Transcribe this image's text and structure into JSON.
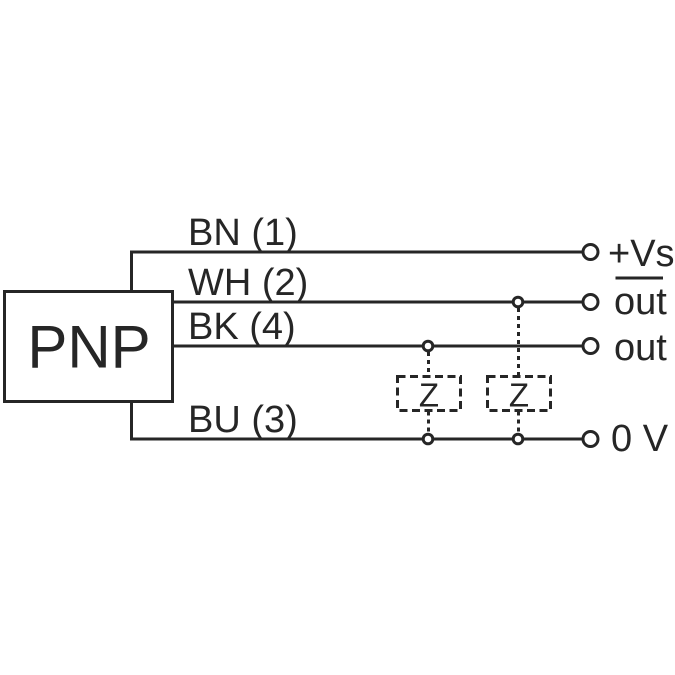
{
  "diagram": {
    "device_label": "PNP",
    "wires": [
      {
        "label": "BN (1)",
        "terminal": "+Vs",
        "overline": false
      },
      {
        "label": "WH (2)",
        "terminal": "out",
        "overline": true
      },
      {
        "label": "BK (4)",
        "terminal": "out",
        "overline": false
      },
      {
        "label": "BU (3)",
        "terminal": "0 V",
        "overline": false
      }
    ],
    "loads": [
      {
        "label": "Z"
      },
      {
        "label": "Z"
      }
    ],
    "colors": {
      "stroke": "#262626",
      "background": "#ffffff"
    }
  }
}
